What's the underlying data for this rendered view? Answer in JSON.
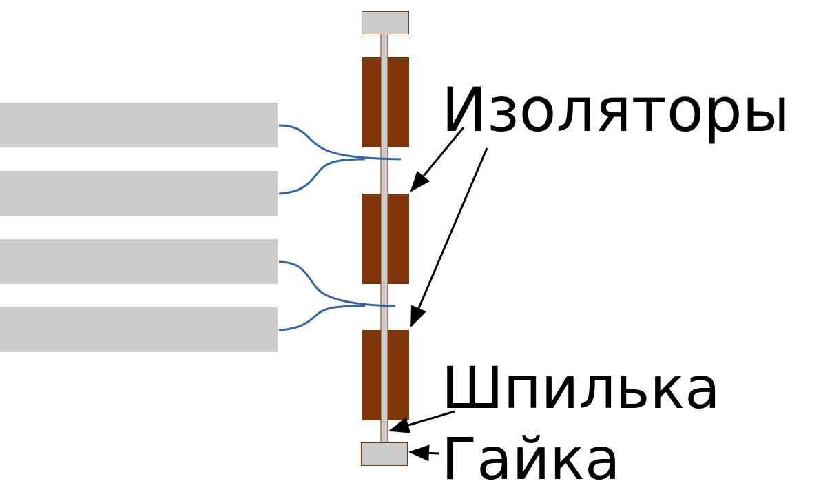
{
  "labels": {
    "insulators": "Изоляторы",
    "stud": "Шпилька",
    "nut": "Гайка"
  },
  "colors": {
    "plate": "#cccccc",
    "insulator": "#7f360b",
    "wire": "#3465a4",
    "rod": "#cccccc"
  }
}
